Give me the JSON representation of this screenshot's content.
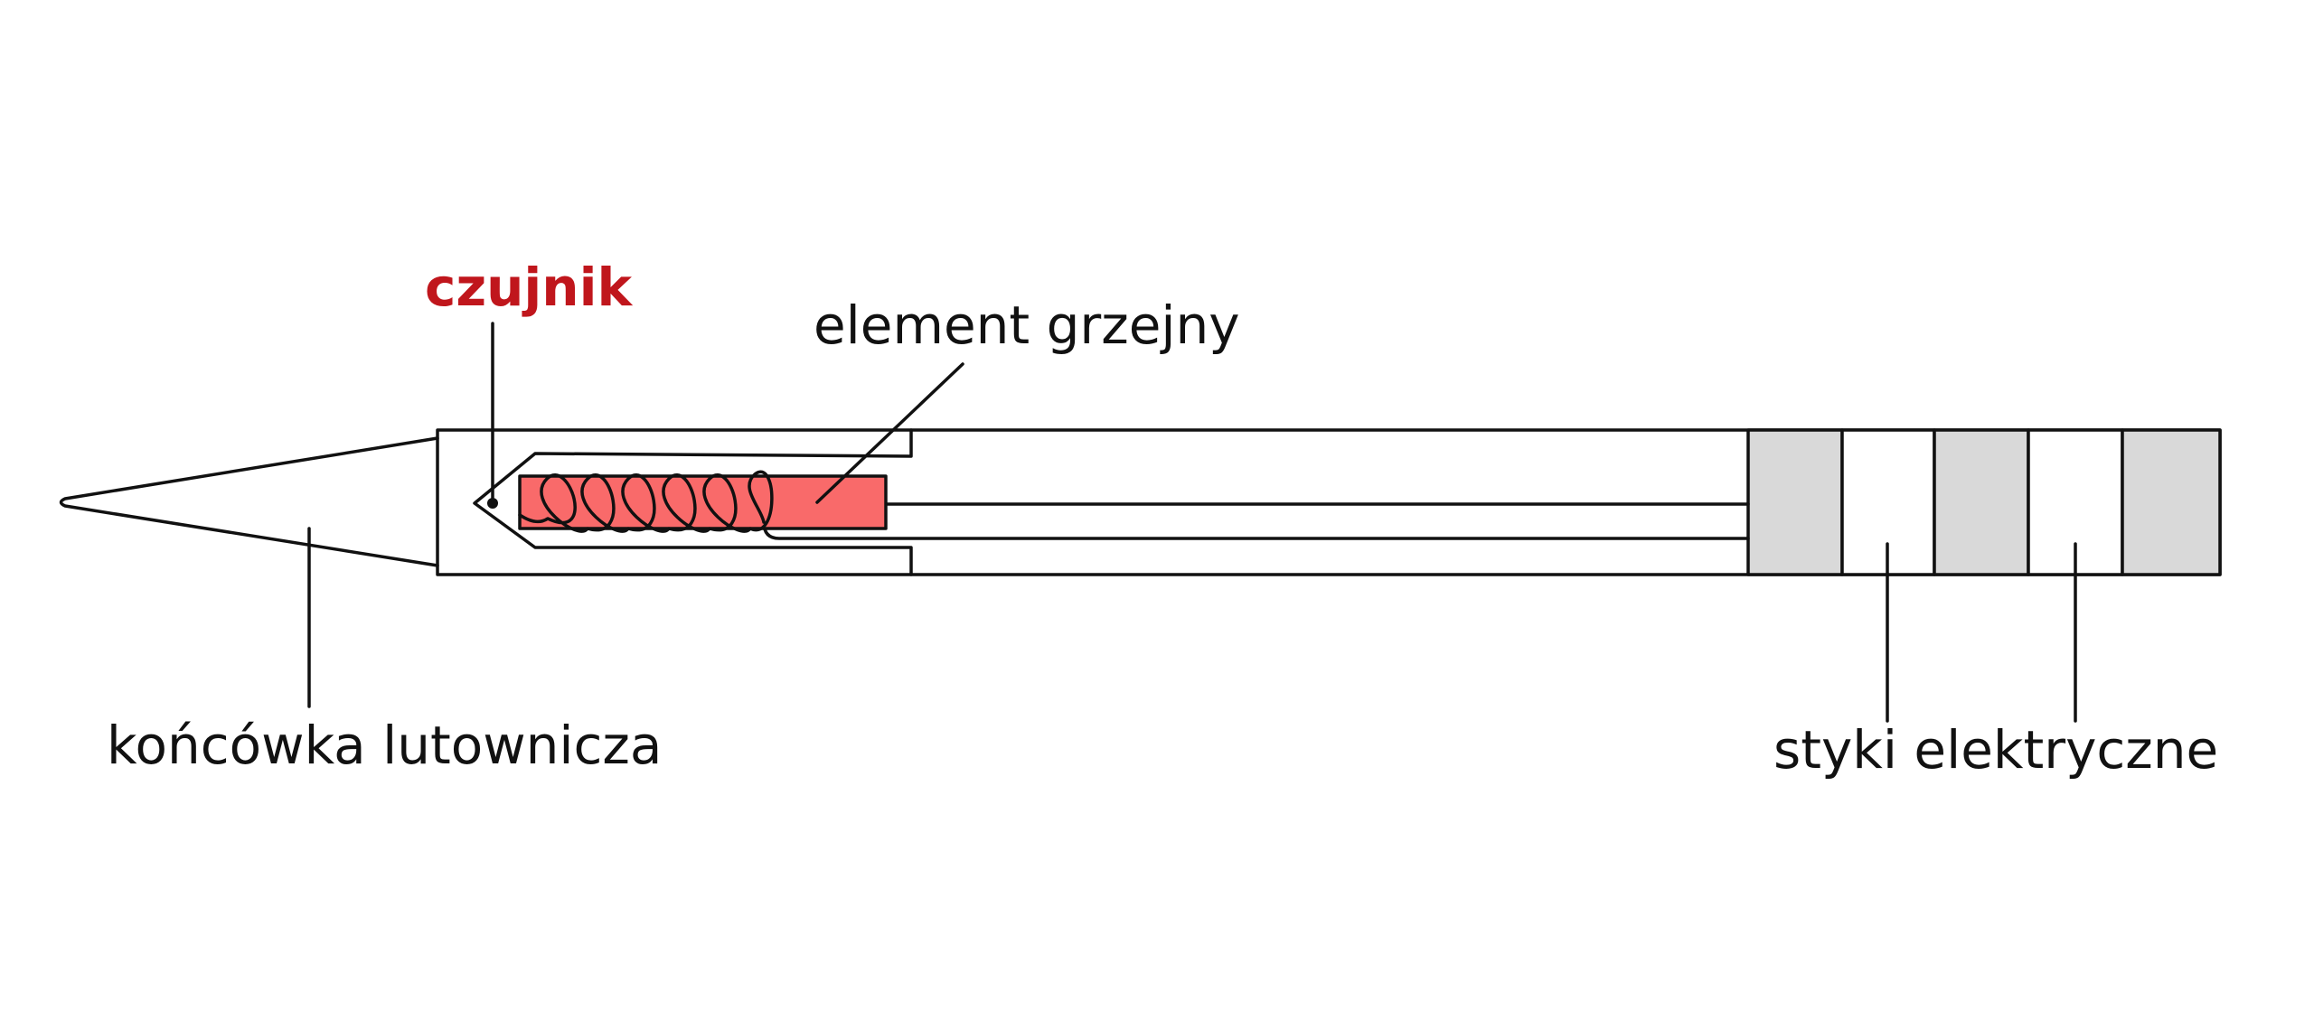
{
  "labels": {
    "sensor": "czujnik",
    "heating_element": "element grzejny",
    "tip": "końcówka lutownicza",
    "contacts": "styki elektryczne"
  },
  "colors": {
    "sensor_label": "#c0161c",
    "heating_element_fill": "#f96a6a",
    "contact_band_fill": "#d9d9d9",
    "line": "#111111"
  }
}
